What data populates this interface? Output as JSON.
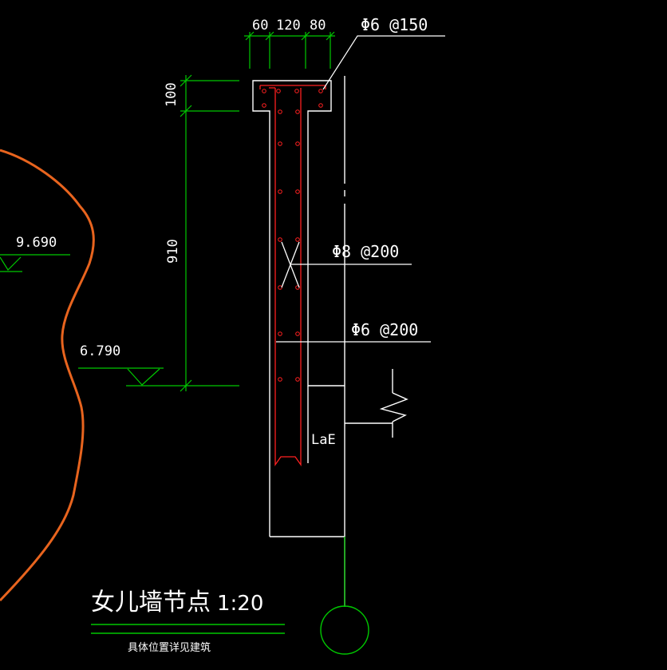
{
  "drawing": {
    "dims_top": [
      "60",
      "120",
      "80"
    ],
    "dim_cap_height": "100",
    "dim_wall_height": "910",
    "rebar_cap": "Φ6 @150",
    "rebar_stirrup": "Φ8 @200",
    "rebar_lower": "Φ6 @200",
    "anchorage_label": "LaE",
    "elevation_upper": "9.690",
    "elevation_lower": "6.790",
    "title": "女儿墙节点",
    "scale": "1:20",
    "subtitle": "具体位置详见建筑"
  },
  "colors": {
    "background": "#000000",
    "dimension": "#00c800",
    "outline": "#ffffff",
    "rebar": "#ff2020",
    "revision_cloud": "#e8641e"
  }
}
